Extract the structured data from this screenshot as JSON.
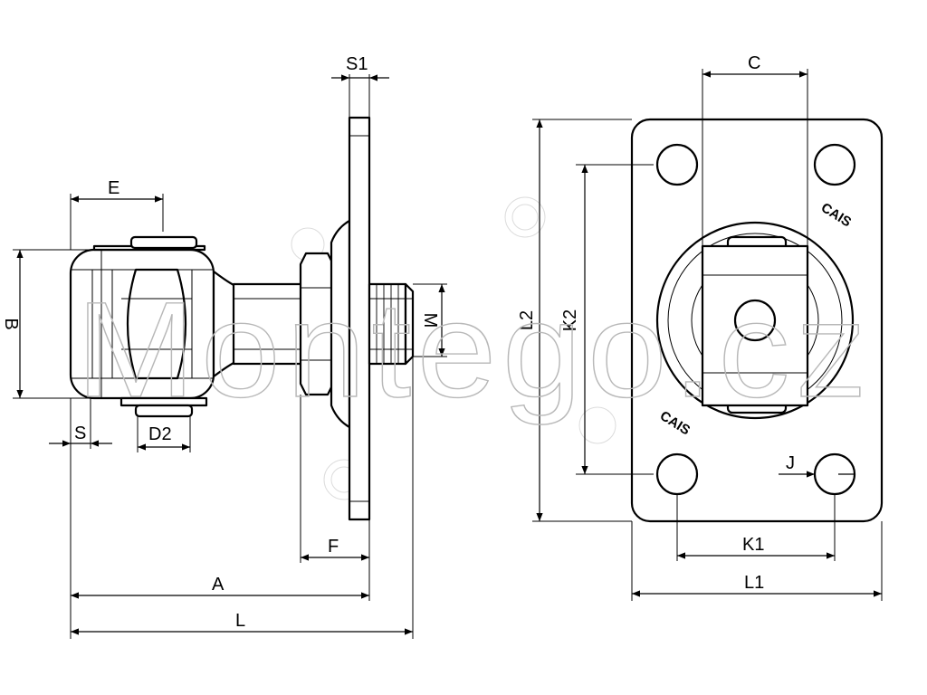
{
  "diagram": {
    "dimension_labels": {
      "s1": "S1",
      "e": "E",
      "b": "B",
      "m": "M",
      "s": "S",
      "d2": "D2",
      "f": "F",
      "a": "A",
      "l": "L",
      "c": "C",
      "l2": "L2",
      "k2": "K2",
      "j": "J",
      "k1": "K1",
      "l1": "L1"
    },
    "brand_mark": "CAIS",
    "watermark": "Montego.cz",
    "colors": {
      "line": "#000000",
      "background": "#ffffff",
      "watermark": "#b8b8b8"
    }
  }
}
